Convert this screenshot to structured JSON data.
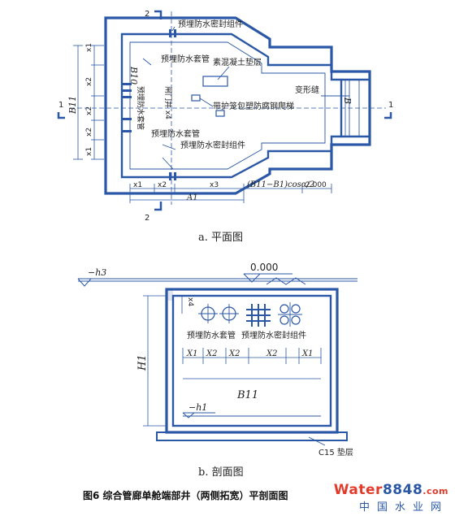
{
  "plan": {
    "caption": "a. 平面图",
    "labels": {
      "seal_top": "预埋防水密封组件",
      "sleeve_top": "预埋防水套管",
      "concrete": "素混凝土垫层",
      "deform": "变形缝",
      "steel_ladder": "带护笼包塑防腐钢爬梯",
      "sleeve_bottom": "预埋防水套管",
      "seal_bottom": "预埋防水密封组件",
      "vertical_left": "预埋防水套管",
      "vertical_right": "闸门井 x4"
    },
    "dims": {
      "b11": "B11",
      "b": "B",
      "x1": "x1",
      "x2": "x2",
      "x3": "x3",
      "formula": "(B11−B1)cosα/2",
      "len2000": "2 000",
      "a1": "A1",
      "b10": "B10"
    },
    "section_marks": {
      "top": "2",
      "bottom": "2",
      "left": "1",
      "right": "1"
    }
  },
  "section": {
    "caption": "b. 剖面图",
    "elevation": "0.000",
    "h3": "−h3",
    "h1": "H1",
    "h1_floor": "−h1",
    "x4": "x4",
    "b11": "B11",
    "sleeve_label": "预埋防水套管",
    "seal_label": "预埋防水密封组件",
    "spacing": [
      "X1",
      "X2",
      "X2",
      "X2",
      "X1"
    ],
    "cushion": "C15 垫层"
  },
  "figure_caption": "图6     综合管廊单舱端部井（两侧拓宽）平剖面图",
  "watermark": {
    "word_main": "Water",
    "word_num": "8848",
    "word_tail": ".com",
    "sub": "中国水业网"
  }
}
